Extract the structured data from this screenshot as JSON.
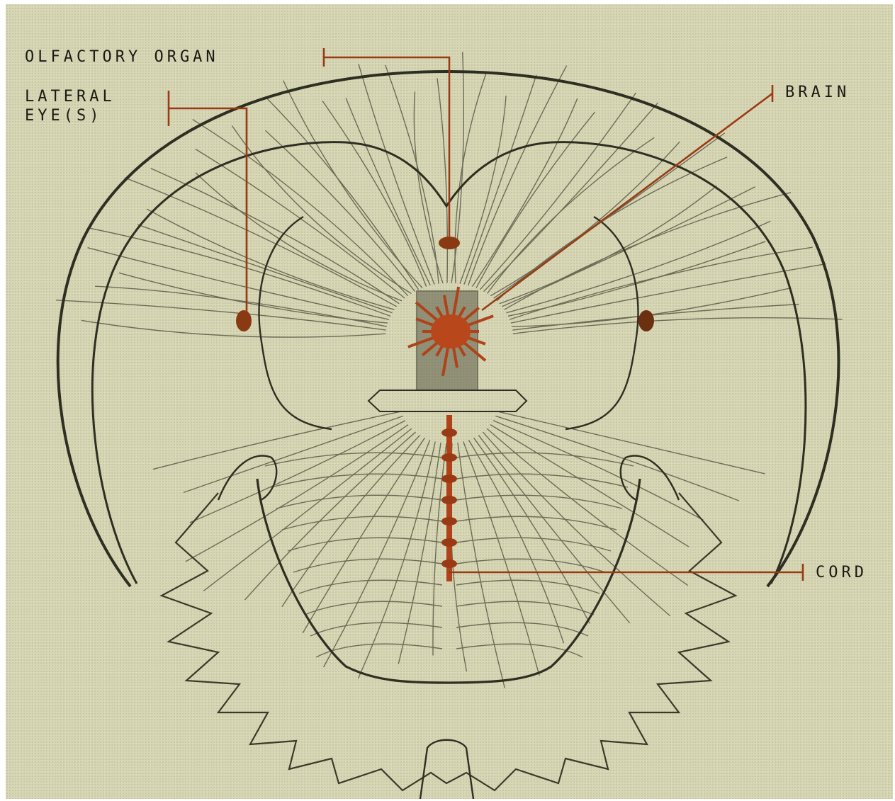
{
  "labels": {
    "olfactory": "OLFACTORY ORGAN",
    "lateral_line1": "LATERAL",
    "lateral_line2": "EYE(S)",
    "brain": "BRAIN",
    "cord": "CORD"
  },
  "colors": {
    "background": "#d6d6b4",
    "ink": "#3a3a2a",
    "nerve": "#b0421a",
    "leader": "#9a3a14"
  }
}
